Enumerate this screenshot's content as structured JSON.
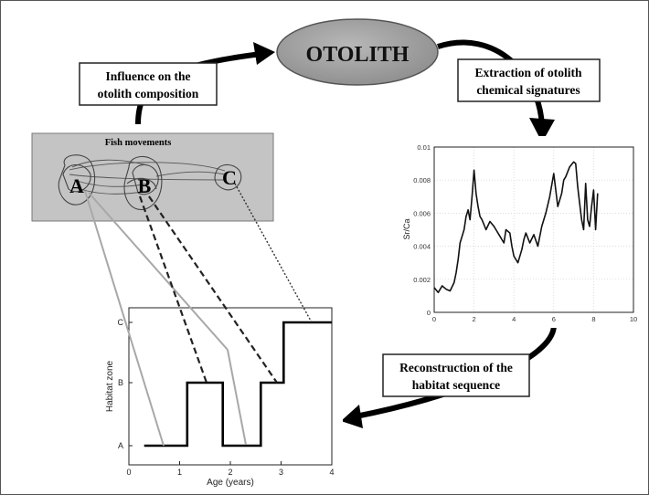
{
  "title": "OTOLITH",
  "labels": {
    "influence": [
      "Influence on the",
      "otolith composition"
    ],
    "extraction": [
      "Extraction of otolith",
      "chemical signatures"
    ],
    "reconstruction": [
      "Reconstruction of the",
      "habitat sequence"
    ]
  },
  "map": {
    "title": "Fish movements",
    "zones": [
      "A",
      "B",
      "C"
    ]
  },
  "srca_chart": {
    "ylabel": "Sr/Ca",
    "yticks": [
      "0",
      "0.002",
      "0.004",
      "0.006",
      "0.008",
      "0.01"
    ],
    "xticks": [
      "0",
      "2",
      "4",
      "6",
      "8",
      "10"
    ]
  },
  "habitat_chart": {
    "xlabel": "Age (years)",
    "ylabel": "Habitat zone",
    "yticks": [
      "A",
      "B",
      "C"
    ],
    "xticks": [
      "0",
      "1",
      "2",
      "3",
      "4"
    ]
  },
  "chart_data": [
    {
      "type": "line",
      "ylabel": "Sr/Ca",
      "xlim": [
        0,
        10
      ],
      "ylim": [
        0,
        0.01
      ],
      "grid": true,
      "x": [
        0,
        0.2,
        0.4,
        0.6,
        0.8,
        1.0,
        1.1,
        1.2,
        1.3,
        1.5,
        1.6,
        1.7,
        1.8,
        1.9,
        2.0,
        2.1,
        2.2,
        2.3,
        2.4,
        2.6,
        2.8,
        3.0,
        3.1,
        3.3,
        3.5,
        3.6,
        3.8,
        3.9,
        4.0,
        4.2,
        4.4,
        4.5,
        4.6,
        4.8,
        5.0,
        5.2,
        5.4,
        5.6,
        5.8,
        6.0,
        6.2,
        6.4,
        6.5,
        6.6,
        6.8,
        7.0,
        7.1,
        7.2,
        7.3,
        7.4,
        7.5,
        7.6,
        7.7,
        7.8,
        7.9,
        8.0,
        8.1,
        8.2
      ],
      "y": [
        0.0015,
        0.0012,
        0.0016,
        0.0014,
        0.0013,
        0.0018,
        0.0024,
        0.0032,
        0.0042,
        0.005,
        0.0058,
        0.0062,
        0.0056,
        0.007,
        0.0086,
        0.0072,
        0.0064,
        0.0058,
        0.0056,
        0.005,
        0.0055,
        0.0052,
        0.005,
        0.0046,
        0.0042,
        0.005,
        0.0048,
        0.004,
        0.0034,
        0.003,
        0.0038,
        0.0044,
        0.0048,
        0.0042,
        0.0047,
        0.004,
        0.0052,
        0.006,
        0.007,
        0.0084,
        0.0064,
        0.0072,
        0.008,
        0.0082,
        0.0088,
        0.0091,
        0.009,
        0.0076,
        0.0066,
        0.0056,
        0.005,
        0.0078,
        0.0056,
        0.0052,
        0.0064,
        0.0074,
        0.005,
        0.0072
      ]
    },
    {
      "type": "line",
      "xlabel": "Age (years)",
      "ylabel": "Habitat zone",
      "xlim": [
        0,
        4
      ],
      "y_categories": [
        "A",
        "B",
        "C"
      ],
      "x": [
        0.3,
        1.15,
        1.15,
        1.85,
        1.85,
        2.6,
        2.6,
        3.05,
        3.05,
        4.0
      ],
      "y": [
        "A",
        "A",
        "B",
        "B",
        "A",
        "A",
        "B",
        "B",
        "C",
        "C"
      ]
    }
  ]
}
